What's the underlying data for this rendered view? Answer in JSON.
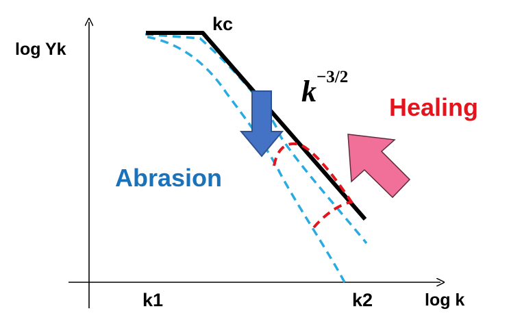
{
  "axes": {
    "y_label": "log Yk",
    "x_label": "log k"
  },
  "ticks": {
    "k1": "k1",
    "k2": "k2"
  },
  "labels": {
    "kc": "kc",
    "power_base": "k",
    "power_exponent": "−3/2",
    "abrasion": "Abrasion",
    "healing": "Healing"
  },
  "colors": {
    "main_curve": "#000000",
    "dashed_curves": "#29abe2",
    "healing_curve": "#e3141b",
    "abrasion_arrow": "#4472c4",
    "healing_arrow": "#f0709a",
    "abrasion_text": "#1a72bb",
    "healing_text": "#e3141b"
  }
}
